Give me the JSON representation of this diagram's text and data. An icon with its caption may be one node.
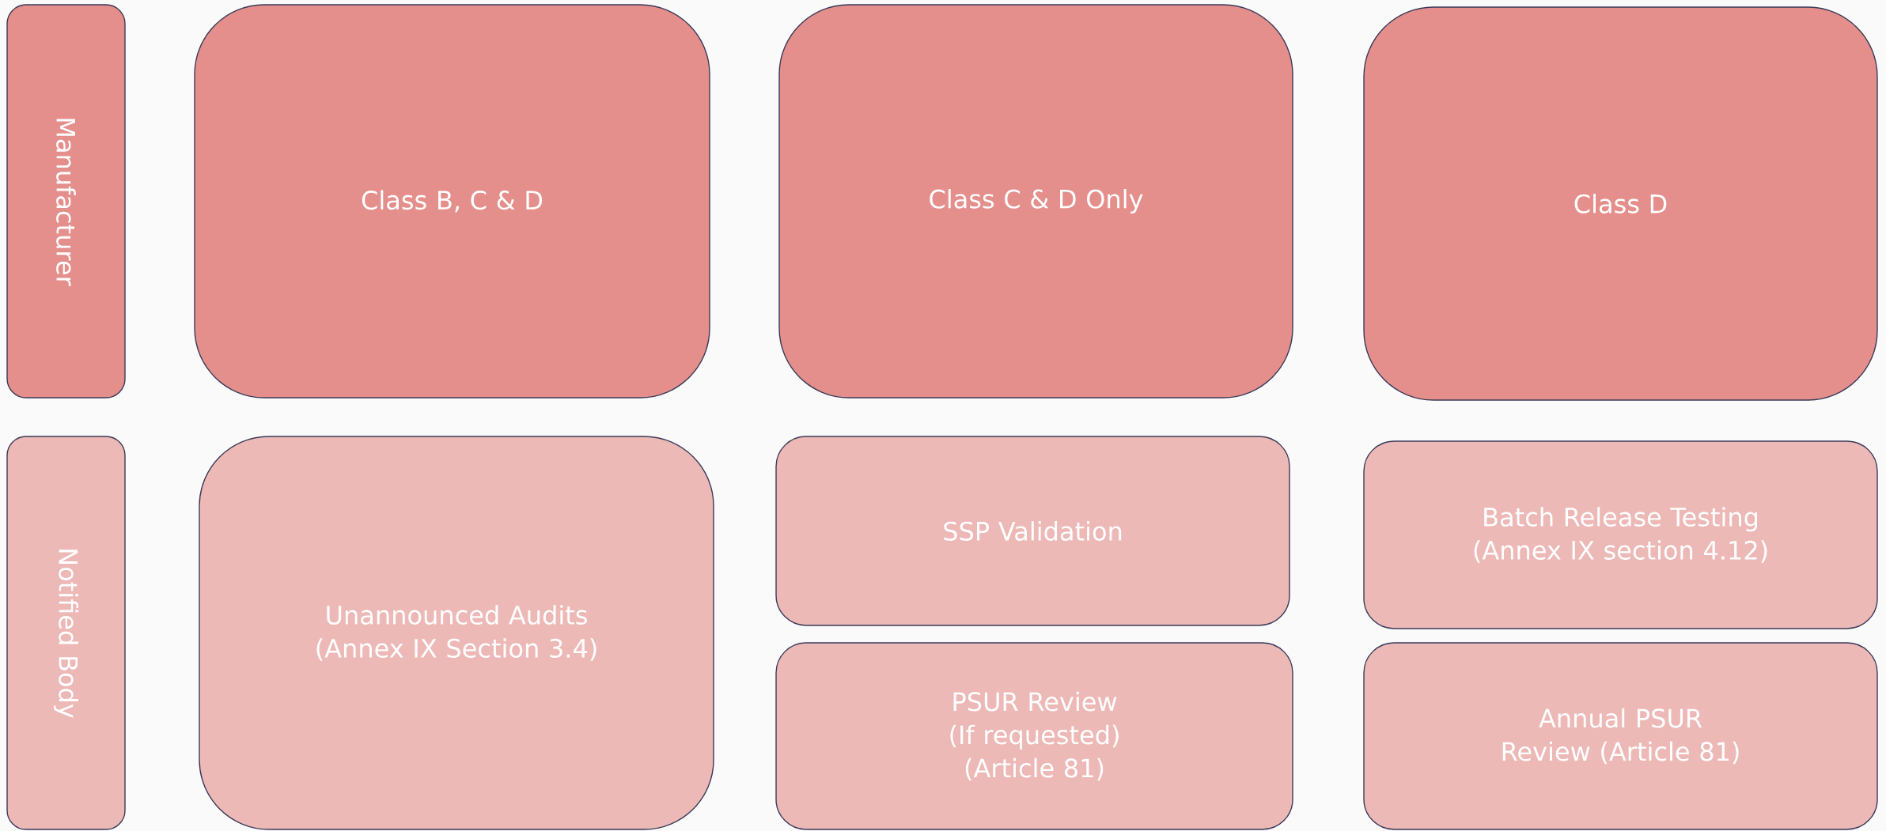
{
  "diagram": {
    "nodes": [
      {
        "text": [
          "Manufacturer"
        ]
      },
      {
        "text": [
          "Class B, C & D"
        ]
      },
      {
        "text": [
          "Class C & D Only"
        ]
      },
      {
        "text": [
          "Class D"
        ]
      },
      {
        "text": [
          "Notified Body"
        ]
      },
      {
        "text": [
          "Unannounced Audits (Annex IX Section 3.4)"
        ]
      },
      {
        "text": [
          "SSP Validation"
        ]
      },
      {
        "text": [
          "PSUR Review (If requested) (Article 81)"
        ]
      },
      {
        "text": [
          "Batch Release Testing (Annex IX section 4.12)"
        ]
      },
      {
        "text": [
          "Annual PSUR Review (Article 81)"
        ]
      }
    ]
  }
}
